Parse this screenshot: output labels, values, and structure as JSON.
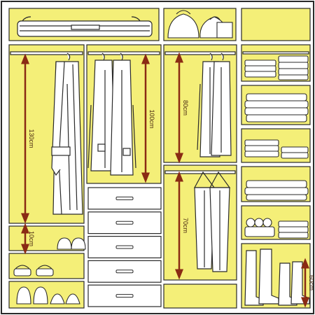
{
  "colors": {
    "panel": "#f4ef78",
    "frame": "#ffffff",
    "line": "#2a2a2a",
    "dimension": "#8a2b14",
    "drawer": "#ffffff"
  },
  "dimensions": {
    "coat_section": "130cm",
    "jacket_section": "100cm",
    "shirt_section": "80cm",
    "trouser_section": "70cm",
    "shoe_shelf": "10cm",
    "boot_section": "60cm"
  },
  "icons": {
    "top_left": "suitcase-icon",
    "top_middle": "bags-icon",
    "left_bay": "coat-icon",
    "second_bay": "jackets-icon",
    "third_bay_top": "shirts-icon",
    "third_bay_bottom": "trousers-icon",
    "right_column": "folded-clothes-icon",
    "shoes": "shoes-icon",
    "boots": "boots-icon"
  },
  "drawers": {
    "count": 5
  }
}
